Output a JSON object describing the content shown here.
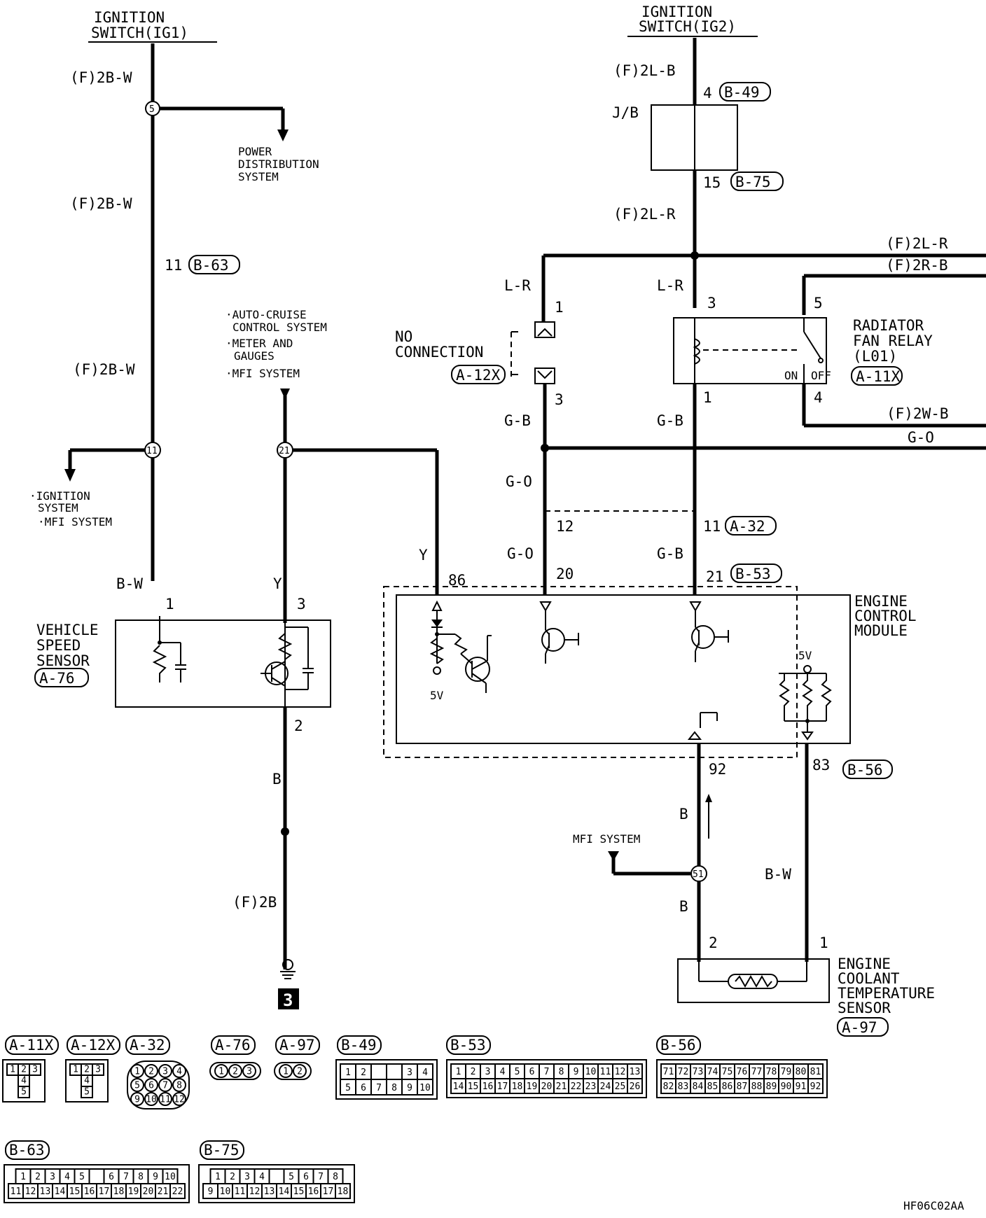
{
  "ig1": {
    "title1": "IGNITION",
    "title2": "SWITCH(IG1)"
  },
  "ig2": {
    "title1": "IGNITION",
    "title2": "SWITCH(IG2)"
  },
  "wires": {
    "f2bw_a": "(F)2B-W",
    "f2bw_b": "(F)2B-W",
    "f2bw_c": "(F)2B-W",
    "f2lb": "(F)2L-B",
    "f2lr": "(F)2L-R",
    "f2lr_right": "(F)2L-R",
    "f2rb_right": "(F)2R-B",
    "f2wb_right": "(F)2W-B",
    "go_right": "G-O",
    "lr_left": "L-R",
    "lr_mid": "L-R",
    "gb_left": "G-B",
    "gb_mid": "G-B",
    "go_a": "G-O",
    "go_b": "G-O",
    "gb_low": "G-B",
    "bw_vss": "B-W",
    "y_vss": "Y",
    "y_86": "Y",
    "b_vss": "B",
    "f2b": "(F)2B",
    "b_92": "B",
    "b_51": "B",
    "bw_83": "B-W"
  },
  "junctions": {
    "j5": "5",
    "j11": "11",
    "j21": "21",
    "j51": "51"
  },
  "power_dist": {
    "l1": "POWER",
    "l2": "DISTRIBUTION",
    "l3": "SYSTEM"
  },
  "ig_left": {
    "l1": "·IGNITION",
    "l2": "SYSTEM",
    "l3": "·MFI SYSTEM"
  },
  "mid_notes": {
    "l1": "·AUTO-CRUISE",
    "l2": "CONTROL SYSTEM",
    "l3": "·METER AND",
    "l4": "GAUGES",
    "l5": "·MFI SYSTEM"
  },
  "jb": {
    "label": "J/B",
    "pin_in": "4",
    "conn_in": "B-49",
    "pin_out": "15",
    "conn_out": "B-75"
  },
  "b63": {
    "pin": "11",
    "conn": "B-63"
  },
  "noconn": {
    "l1": "NO",
    "l2": "CONNECTION",
    "conn": "A-12X",
    "pin1": "1",
    "pin3": "3"
  },
  "relay": {
    "l1": "RADIATOR",
    "l2": "FAN RELAY",
    "l3": "(L01)",
    "conn": "A-11X",
    "on": "ON",
    "off": "OFF",
    "p3": "3",
    "p1": "1",
    "p5": "5",
    "p4": "4"
  },
  "a32": {
    "p12": "12",
    "p11": "11",
    "conn": "A-32"
  },
  "ecm": {
    "l1": "ENGINE",
    "l2": "CONTROL",
    "l3": "MODULE",
    "p86": "86",
    "p20": "20",
    "p21": "21",
    "conn53": "B-53",
    "p92": "92",
    "p83": "83",
    "conn56": "B-56",
    "v5a": "5V",
    "v5b": "5V"
  },
  "vss": {
    "l1": "VEHICLE",
    "l2": "SPEED",
    "l3": "SENSOR",
    "conn": "A-76",
    "p1": "1",
    "p3": "3",
    "p2": "2"
  },
  "mfi_low": "MFI SYSTEM",
  "ground_ref": "3",
  "ect": {
    "l1": "ENGINE",
    "l2": "COOLANT",
    "l3": "TEMPERATURE",
    "l4": "SENSOR",
    "conn": "A-97",
    "p2": "2",
    "p1": "1"
  },
  "connectors": {
    "a11x": {
      "name": "A-11X",
      "rows": [
        [
          "1",
          "2",
          "3"
        ],
        [
          "4"
        ],
        [
          "5"
        ]
      ]
    },
    "a12x": {
      "name": "A-12X",
      "rows": [
        [
          "1",
          "2",
          "3"
        ],
        [
          "4"
        ],
        [
          "5"
        ]
      ]
    },
    "a32": {
      "name": "A-32",
      "rows": [
        [
          "1",
          "2",
          "3",
          "4"
        ],
        [
          "5",
          "6",
          "7",
          "8"
        ],
        [
          "9",
          "10",
          "11",
          "12"
        ]
      ]
    },
    "a76": {
      "name": "A-76",
      "rows": [
        [
          "1",
          "2",
          "3"
        ]
      ]
    },
    "a97": {
      "name": "A-97",
      "rows": [
        [
          "1",
          "2"
        ]
      ]
    },
    "b49": {
      "name": "B-49",
      "rows": [
        [
          "1",
          "2",
          "",
          "",
          "3",
          "4"
        ],
        [
          "5",
          "6",
          "7",
          "8",
          "9",
          "10"
        ]
      ]
    },
    "b53": {
      "name": "B-53",
      "rows": [
        [
          "1",
          "2",
          "3",
          "4",
          "5",
          "6",
          "7",
          "8",
          "9",
          "10",
          "11",
          "12",
          "13"
        ],
        [
          "14",
          "15",
          "16",
          "17",
          "18",
          "19",
          "20",
          "21",
          "22",
          "23",
          "24",
          "25",
          "26"
        ]
      ]
    },
    "b56": {
      "name": "B-56",
      "rows": [
        [
          "71",
          "72",
          "73",
          "74",
          "75",
          "76",
          "77",
          "78",
          "79",
          "80",
          "81"
        ],
        [
          "82",
          "83",
          "84",
          "85",
          "86",
          "87",
          "88",
          "89",
          "90",
          "91",
          "92"
        ]
      ]
    },
    "b63": {
      "name": "B-63",
      "rows": [
        [
          "1",
          "2",
          "3",
          "4",
          "5",
          "",
          "6",
          "7",
          "8",
          "9",
          "10"
        ],
        [
          "11",
          "12",
          "13",
          "14",
          "15",
          "16",
          "17",
          "18",
          "19",
          "20",
          "21",
          "22"
        ]
      ]
    },
    "b75": {
      "name": "B-75",
      "rows": [
        [
          "1",
          "2",
          "3",
          "4",
          "",
          "5",
          "6",
          "7",
          "8"
        ],
        [
          "9",
          "10",
          "11",
          "12",
          "13",
          "14",
          "15",
          "16",
          "17",
          "18"
        ]
      ]
    }
  },
  "figure_code": "HF06C02AA"
}
